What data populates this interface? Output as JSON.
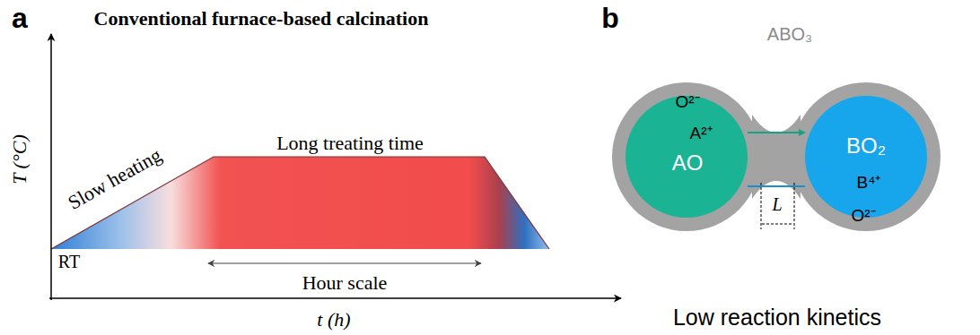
{
  "diagram": {
    "nodes": [
      {
        "text": [
          "O²⁻",
          "A²⁺",
          "AO"
        ]
      },
      {
        "text": [
          "BO₂",
          "B⁴⁺",
          "O²⁻"
        ]
      }
    ],
    "edges": [
      {
        "from": 0,
        "to": 1,
        "arrow": "to"
      },
      {
        "from": 1,
        "to": 0,
        "arrow": "none"
      }
    ],
    "labels": [
      "a",
      "Conventional furnace-based calcination",
      "T (°C)",
      "Slow heating",
      "Long treating time",
      "RT",
      "Hour scale",
      "t (h)",
      "b",
      "ABO₃",
      "L",
      "Low reaction kinetics"
    ]
  }
}
